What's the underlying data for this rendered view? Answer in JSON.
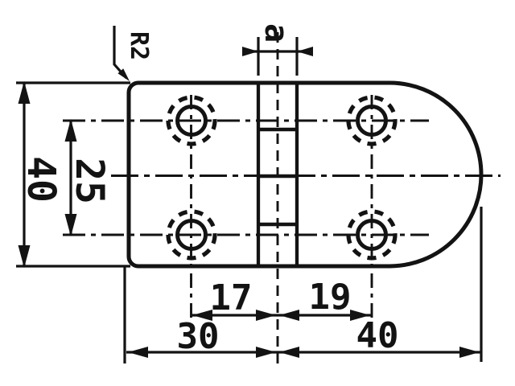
{
  "drawing": {
    "kind": "engineering dimension drawing",
    "part": "hinge with four countersunk holes and knuckle pin",
    "ink_color": "#131313",
    "paper_color": "#ffffff"
  },
  "labels": {
    "corner_radius": "R2",
    "overall_height": "40",
    "hole_pitch_vertical": "25",
    "knuckle_width": "a",
    "left_hole_offset": "17",
    "right_hole_offset": "19",
    "left_leaf_width": "30",
    "right_leaf_width": "40"
  }
}
